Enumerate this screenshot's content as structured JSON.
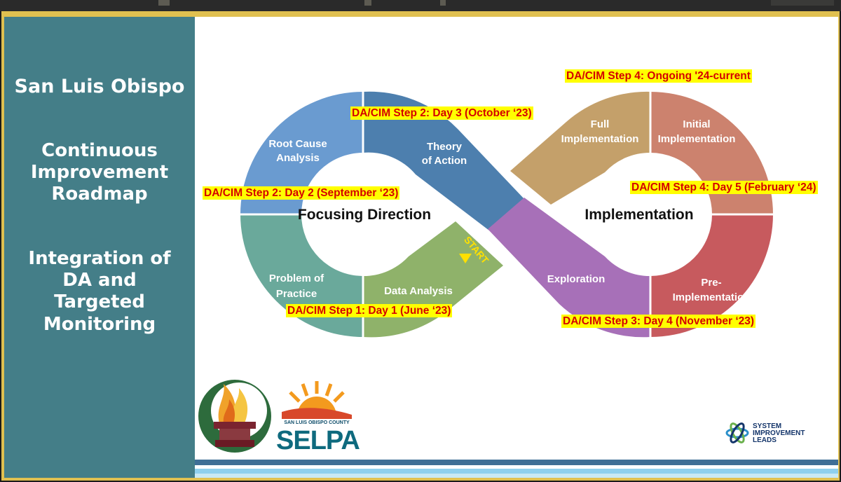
{
  "left_panel": {
    "title_line1": "San Luis Obispo",
    "title_line2": "Continuous Improvement Roadmap",
    "title_line3": "Integration of DA and Targeted Monitoring"
  },
  "diagram": {
    "left_center": "Focusing Direction",
    "right_center": "Implementation",
    "start": "START",
    "segments": {
      "root_cause_1": "Root Cause",
      "root_cause_2": "Analysis",
      "theory_1": "Theory",
      "theory_2": "of Action",
      "problem_1": "Problem of",
      "problem_2": "Practice",
      "data_analysis": "Data Analysis",
      "full_1": "Full",
      "full_2": "Implementation",
      "initial_1": "Initial",
      "initial_2": "Implementation",
      "exploration": "Exploration",
      "pre_1": "Pre-",
      "pre_2": "Implementation"
    },
    "colors": {
      "root_cause": "#6a9bd0",
      "theory": "#4d7fae",
      "problem": "#6aa99b",
      "data_analysis": "#8fb26a",
      "full": "#c4a06a",
      "initial": "#cc826e",
      "exploration": "#a770b8",
      "pre": "#c75a5e"
    }
  },
  "callouts": {
    "step4_ongoing": "DA/CIM Step 4: Ongoing '24-current",
    "step2_day3": "DA/CIM Step 2: Day 3 (October ‘23)",
    "step2_day2": "DA/CIM Step 2: Day 2 (September ‘23)",
    "step4_day5": "DA/CIM Step 4: Day 5 (February ‘24)",
    "step1_day1": "DA/CIM Step 1: Day 1 (June ‘23)",
    "step3_day4": "DA/CIM Step 3: Day 4 (November ‘23)"
  },
  "logos": {
    "selpa_county": "SAN LUIS OBISPO COUNTY",
    "selpa_name": "SELPA",
    "sil_line1": "SYSTEM",
    "sil_line2": "IMPROVEMENT",
    "sil_line3": "LEADS"
  }
}
